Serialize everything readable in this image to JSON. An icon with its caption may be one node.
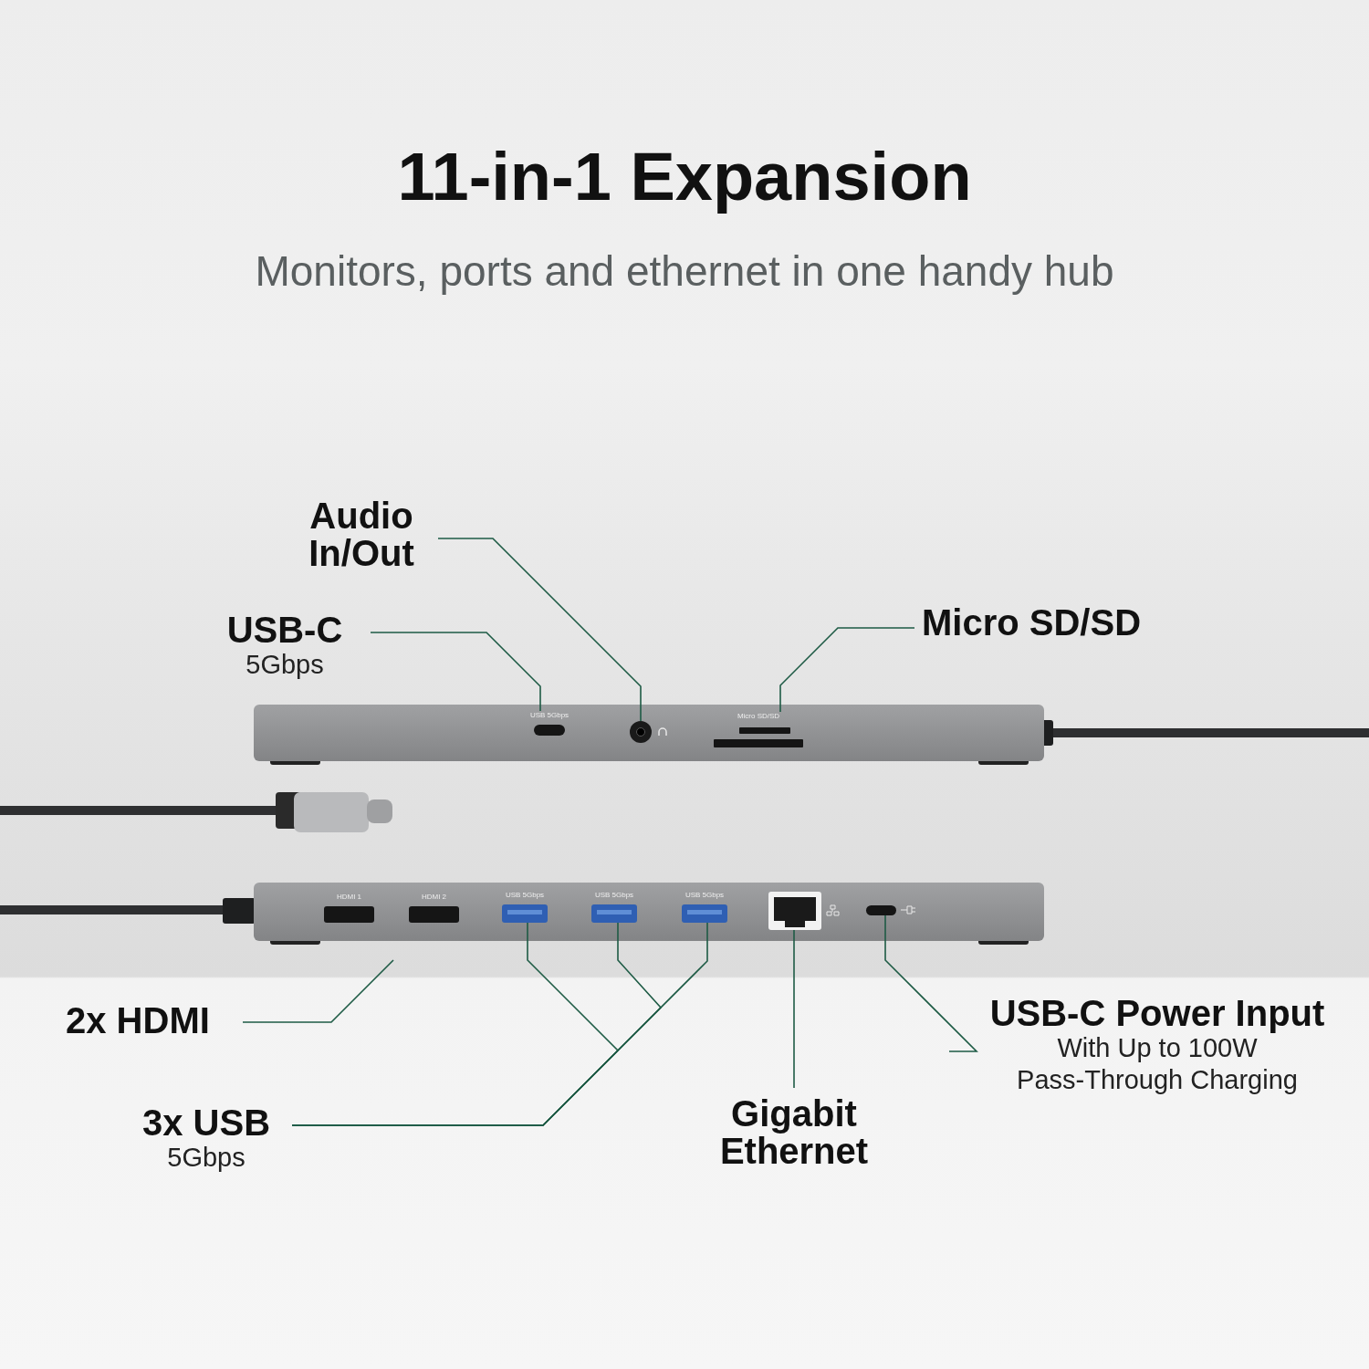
{
  "diagram": {
    "title": "11-in-1 Expansion",
    "nodes": [
      {
        "text": [
          "Audio In/Out"
        ]
      },
      {
        "text": [
          "USB-C",
          "5Gbps"
        ]
      },
      {
        "text": [
          "Micro SD/SD"
        ]
      },
      {
        "text": [
          "2x HDMI"
        ]
      },
      {
        "text": [
          "3x USB",
          "5Gbps"
        ]
      },
      {
        "text": [
          "Gigabit Ethernet"
        ]
      },
      {
        "text": [
          "USB-C Power Input",
          "With Up to 100W Pass-Through Charging"
        ]
      },
      {
        "text": [],
        "shape": "box",
        "beside": [
          "USB 5Gbps"
        ]
      },
      {
        "text": [],
        "shape": "circle"
      },
      {
        "text": [],
        "shape": "box",
        "beside": [
          "Micro SD/SD"
        ]
      },
      {
        "text": [],
        "shape": "box",
        "beside": [
          "HDMI 1"
        ]
      },
      {
        "text": [],
        "shape": "box",
        "beside": [
          "HDMI 2"
        ]
      },
      {
        "text": [],
        "shape": "box",
        "beside": [
          "USB 5Gbps"
        ]
      },
      {
        "text": [],
        "shape": "box",
        "beside": [
          "USB 5Gbps"
        ]
      },
      {
        "text": [],
        "shape": "box",
        "beside": [
          "USB 5Gbps"
        ]
      },
      {
        "text": [],
        "shape": "box"
      },
      {
        "text": [],
        "shape": "box"
      }
    ],
    "edges": [
      {
        "from": 0,
        "to": 8,
        "arrow": "none"
      },
      {
        "from": 1,
        "to": 7,
        "arrow": "none"
      },
      {
        "from": 2,
        "to": 9,
        "arrow": "none"
      },
      {
        "from": 3,
        "to": null,
        "arrow": "none"
      },
      {
        "from": 4,
        "to": 12,
        "arrow": "none"
      },
      {
        "from": 4,
        "to": 13,
        "arrow": "none"
      },
      {
        "from": 4,
        "to": 14,
        "arrow": "none"
      },
      {
        "from": 5,
        "to": 15,
        "arrow": "none"
      },
      {
        "from": 6,
        "to": 16,
        "arrow": "none"
      }
    ],
    "labels": [
      "Monitors, ports and ethernet in one handy hub"
    ]
  }
}
